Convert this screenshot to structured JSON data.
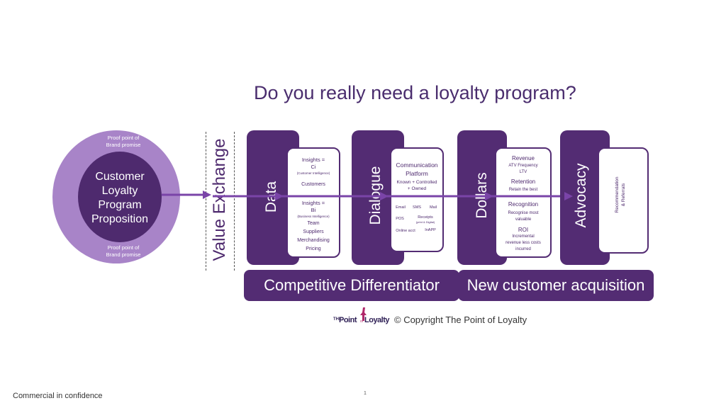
{
  "title": "Do you really need a loyalty program?",
  "circle": {
    "center_text": "Customer\nLoyalty\nProgram\nProposition",
    "proof_top": "Proof point of\nBrand promise",
    "proof_bottom": "Proof point of\nBrand promise"
  },
  "value_exchange": "Value Exchange",
  "pillars": {
    "data": "Data",
    "dialogue": "Dialogue",
    "dollars": "Dollars",
    "advocacy": "Advocacy"
  },
  "data_panel": {
    "ci_title": "Insights =\nCi",
    "ci_sub": "(Customer Intelligence)",
    "customers": "Customers",
    "bi_title": "Insights =\nBi",
    "bi_sub": "(Business Intelligence)",
    "bi_items": "Team\nSuppliers\nMerchandising\nPricing"
  },
  "dialogue_panel": {
    "title": "Communication\nPlatform",
    "subtitle": "Known + Controlled\n+ Owned",
    "email": "Email",
    "sms": "SMS",
    "mail": "Mail",
    "pos": "POS",
    "receipts": "Receipts",
    "receipts_sub": "(print & Digital)",
    "online": "Online acct",
    "inapp": "InAPP"
  },
  "dollars_panel": {
    "revenue": "Revenue",
    "revenue_sub": "ATV  Frequency\nLTV",
    "retention": "Retention",
    "retention_sub": "Retain the best",
    "recognition": "Recognition",
    "recognition_sub": "Recognise most\nvaluable",
    "roi": "ROI",
    "roi_sub": "Incremental\nrevenue less costs\nincurred"
  },
  "advocacy_panel": {
    "text": "Recommendation\n& Referrals"
  },
  "bars": {
    "competitive": "Competitive Differentiator",
    "acquisition": "New customer acquisition"
  },
  "logo": {
    "text_the": "THE",
    "text_point": "Point",
    "text_of": "of",
    "text_loyalty": "Loyalty"
  },
  "copyright": "© Copyright The Point of Loyalty",
  "footer": {
    "confidential": "Commercial in confidence",
    "page": "1"
  },
  "colors": {
    "dark_purple": "#532c73",
    "light_purple": "#a884c8",
    "arrow": "#7a44a8"
  }
}
